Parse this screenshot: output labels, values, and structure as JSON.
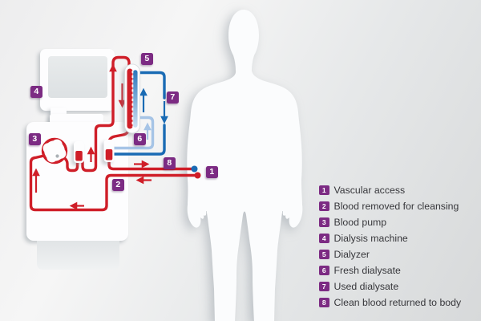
{
  "diagram": {
    "subject": "hemodialysis-circuit-schematic",
    "markers": [
      "1",
      "2",
      "3",
      "4",
      "5",
      "6",
      "7",
      "8"
    ]
  },
  "legend": {
    "items": [
      {
        "num": "1",
        "label": "Vascular access"
      },
      {
        "num": "2",
        "label": "Blood removed for cleansing"
      },
      {
        "num": "3",
        "label": "Blood pump"
      },
      {
        "num": "4",
        "label": "Dialysis machine"
      },
      {
        "num": "5",
        "label": "Dialyzer"
      },
      {
        "num": "6",
        "label": "Fresh dialysate"
      },
      {
        "num": "7",
        "label": "Used dialysate"
      },
      {
        "num": "8",
        "label": "Clean blood returned to body"
      }
    ]
  },
  "colors": {
    "marker_purple": "#7c2b83",
    "blood_red": "#cf1e28",
    "dialysate_blue": "#1a6bb4",
    "fresh_dialysate_blue": "#a6c4e6"
  }
}
